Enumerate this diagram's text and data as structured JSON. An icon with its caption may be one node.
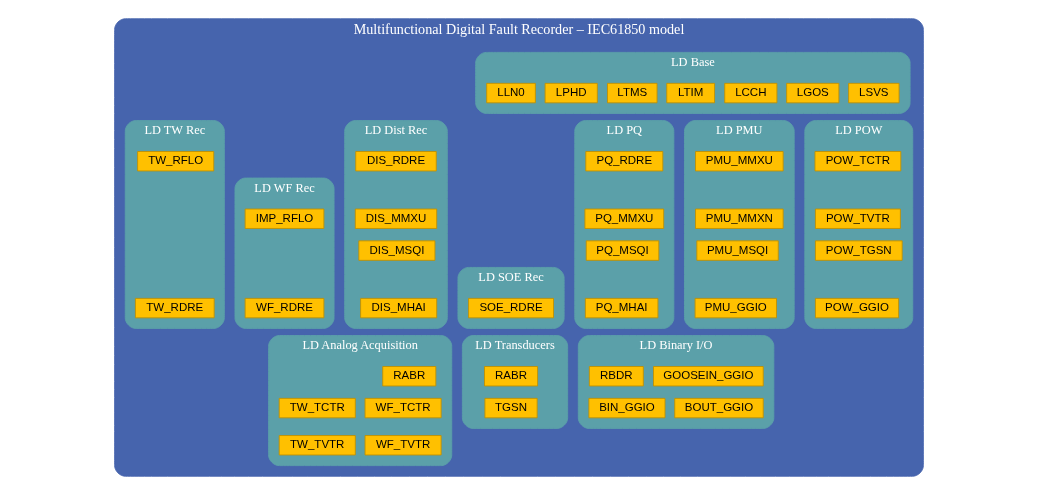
{
  "diagram": {
    "nodes": [
      {
        "text": [
          "Multifunctional Digital Fault Recorder – IEC61850 model"
        ]
      },
      {
        "text": [
          "LD Base"
        ],
        "in": 0
      },
      {
        "text": [
          "LLN0"
        ],
        "in": 1
      },
      {
        "text": [
          "LPHD"
        ],
        "in": 1
      },
      {
        "text": [
          "LTMS"
        ],
        "in": 1
      },
      {
        "text": [
          "LTIM"
        ],
        "in": 1
      },
      {
        "text": [
          "LCCH"
        ],
        "in": 1
      },
      {
        "text": [
          "LGOS"
        ],
        "in": 1
      },
      {
        "text": [
          "LSVS"
        ],
        "in": 1
      },
      {
        "text": [
          "LD TW Rec"
        ],
        "in": 0
      },
      {
        "text": [
          "TW_RFLO"
        ],
        "in": 9
      },
      {
        "text": [
          "TW_RDRE"
        ],
        "in": 9
      },
      {
        "text": [
          "LD WF Rec"
        ],
        "in": 0
      },
      {
        "text": [
          "IMP_RFLO"
        ],
        "in": 12
      },
      {
        "text": [
          "WF_RDRE"
        ],
        "in": 12
      },
      {
        "text": [
          "LD Dist Rec"
        ],
        "in": 0
      },
      {
        "text": [
          "DIS_RDRE"
        ],
        "in": 15
      },
      {
        "text": [
          "DIS_MMXU"
        ],
        "in": 15
      },
      {
        "text": [
          "DIS_MSQI"
        ],
        "in": 15
      },
      {
        "text": [
          "DIS_MHAI"
        ],
        "in": 15
      },
      {
        "text": [
          "LD SOE Rec"
        ],
        "in": 0
      },
      {
        "text": [
          "SOE_RDRE"
        ],
        "in": 20
      },
      {
        "text": [
          "LD PQ"
        ],
        "in": 0
      },
      {
        "text": [
          "PQ_RDRE"
        ],
        "in": 22
      },
      {
        "text": [
          "PQ_MMXU"
        ],
        "in": 22
      },
      {
        "text": [
          "PQ_MSQI"
        ],
        "in": 22
      },
      {
        "text": [
          "PQ_MHAI"
        ],
        "in": 22
      },
      {
        "text": [
          "LD PMU"
        ],
        "in": 0
      },
      {
        "text": [
          "PMU_MMXU"
        ],
        "in": 27
      },
      {
        "text": [
          "PMU_MMXN"
        ],
        "in": 27
      },
      {
        "text": [
          "PMU_MSQI"
        ],
        "in": 27
      },
      {
        "text": [
          "PMU_GGIO"
        ],
        "in": 27
      },
      {
        "text": [
          "LD POW"
        ],
        "in": 0
      },
      {
        "text": [
          "POW_TCTR"
        ],
        "in": 32
      },
      {
        "text": [
          "POW_TVTR"
        ],
        "in": 32
      },
      {
        "text": [
          "POW_TGSN"
        ],
        "in": 32
      },
      {
        "text": [
          "POW_GGIO"
        ],
        "in": 32
      },
      {
        "text": [
          "LD Analog Acquisition"
        ],
        "in": 0
      },
      {
        "text": [
          "RABR"
        ],
        "in": 37
      },
      {
        "text": [
          "TW_TCTR"
        ],
        "in": 37
      },
      {
        "text": [
          "WF_TCTR"
        ],
        "in": 37
      },
      {
        "text": [
          "TW_TVTR"
        ],
        "in": 37
      },
      {
        "text": [
          "WF_TVTR"
        ],
        "in": 37
      },
      {
        "text": [
          "LD Transducers"
        ],
        "in": 0
      },
      {
        "text": [
          "RABR"
        ],
        "in": 43
      },
      {
        "text": [
          "TGSN"
        ],
        "in": 43
      },
      {
        "text": [
          "LD Binary I/O"
        ],
        "in": 0
      },
      {
        "text": [
          "RBDR"
        ],
        "in": 46
      },
      {
        "text": [
          "GOOSEIN_GGIO"
        ],
        "in": 46
      },
      {
        "text": [
          "BIN_GGIO"
        ],
        "in": 46
      },
      {
        "text": [
          "BOUT_GGIO"
        ],
        "in": 46
      }
    ]
  }
}
